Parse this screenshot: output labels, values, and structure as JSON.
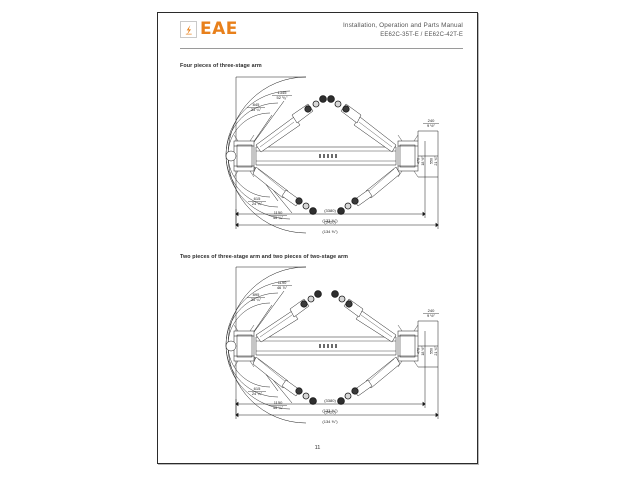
{
  "document": {
    "header": {
      "logo_text": "EAE",
      "logo_icon": "eae-emblem-icon",
      "title": "Installation, Operation and Parts Manual",
      "models": "EE62C-35T-E  /  EE62C-42T-E"
    },
    "page_number": "11",
    "sections": [
      {
        "id": "section-four-three-stage",
        "caption": "Four pieces of three-stage arm",
        "drawing": {
          "name": "two-post-lift-arm-sweep-plan-view",
          "labels": {
            "top_outer_mm": "1345",
            "top_outer_in": "52 ⁵⁄₈\"",
            "top_inner_mm": "845",
            "top_inner_in": "33 ¼\"",
            "bottom_inner_mm": "615",
            "bottom_inner_in": "24 ¼\"",
            "bottom_outer_mm": "1150",
            "bottom_outer_in": "45 ¼\"",
            "right_top_mm": "240",
            "right_top_in": "9 ½\"",
            "right_v1_mm": "470",
            "right_v1_in": "18 ½\"",
            "right_v2_mm": "550",
            "right_v2_in": "21 ⅝\"",
            "overall_1_mm": "(3380)",
            "overall_1_in": "(133 ⅜\")",
            "overall_2_mm": "(3420)",
            "overall_2_in": "(134 ⅝\")"
          }
        }
      },
      {
        "id": "section-two-three-stage-two-two-stage",
        "caption": "Two pieces of three-stage arm and two pieces of two-stage arm",
        "drawing": {
          "name": "two-post-lift-arm-sweep-plan-view",
          "labels": {
            "top_outer_mm": "1190",
            "top_outer_in": "46 ⅞\"",
            "top_inner_mm": "895",
            "top_inner_in": "35 ¼\"",
            "bottom_inner_mm": "615",
            "bottom_inner_in": "24 ¼\"",
            "bottom_outer_mm": "1150",
            "bottom_outer_in": "45 ¼\"",
            "right_top_mm": "240",
            "right_top_in": "9 ½\"",
            "right_v1_mm": "470",
            "right_v1_in": "18 ½\"",
            "right_v2_mm": "550",
            "right_v2_in": "21 ⅝\"",
            "overall_1_mm": "(3380)",
            "overall_1_in": "(133 ⅜\")",
            "overall_2_mm": "(3420)",
            "overall_2_in": "(134 ⅝\")"
          }
        }
      }
    ]
  },
  "colors": {
    "brand_orange": "#E8801B",
    "page_border": "#2b2b2b",
    "line": "#1a1a1a",
    "header_text": "#555555"
  }
}
